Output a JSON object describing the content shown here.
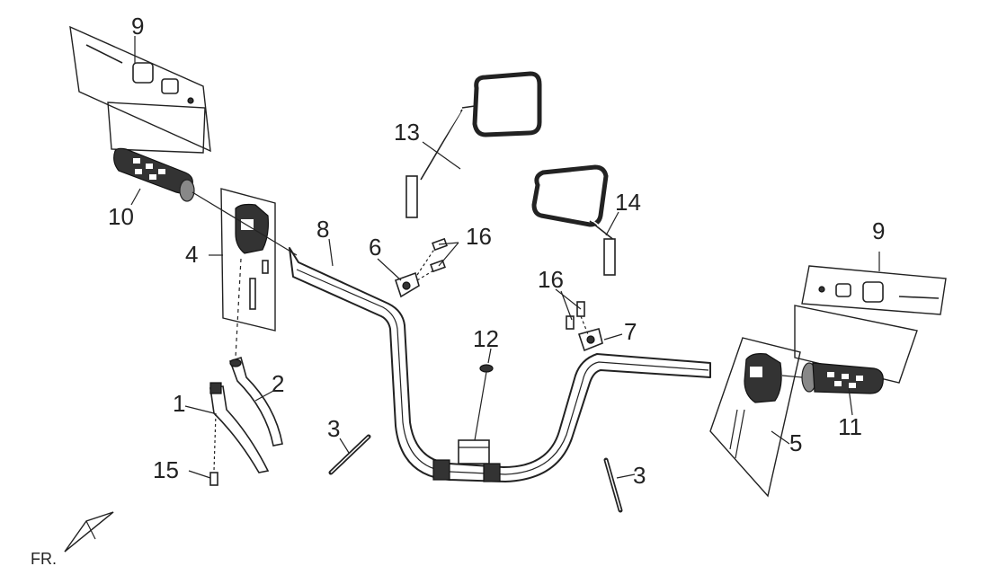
{
  "callouts": {
    "c1": "1",
    "c2": "2",
    "c3a": "3",
    "c3b": "3",
    "c4": "4",
    "c5": "5",
    "c6": "6",
    "c7": "7",
    "c8": "8",
    "c9a": "9",
    "c9b": "9",
    "c10": "10",
    "c11": "11",
    "c12": "12",
    "c13": "13",
    "c14": "14",
    "c15": "15",
    "c16a": "16",
    "c16b": "16"
  },
  "orientation": {
    "label": "FR."
  }
}
